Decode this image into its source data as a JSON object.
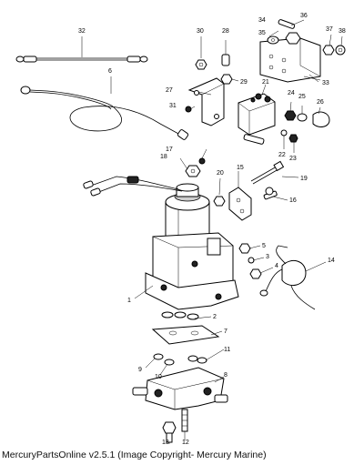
{
  "caption": "MercuryPartsOnline v2.5.1 (Image Copyright- Mercury Marine)",
  "callouts": {
    "c1": "1",
    "c2": "2",
    "c3": "3",
    "c4": "4",
    "c5": "5",
    "c6": "6",
    "c7": "7",
    "c8": "8",
    "c9": "9",
    "c10": "10",
    "c11": "11",
    "c12": "12",
    "c13": "13",
    "c14": "14",
    "c15": "15",
    "c16": "16",
    "c17": "17",
    "c18": "18",
    "c19": "19",
    "c20": "20",
    "c21": "21",
    "c22": "22",
    "c23": "23",
    "c24": "24",
    "c25": "25",
    "c26": "26",
    "c27": "27",
    "c28": "28",
    "c29": "29",
    "c30": "30",
    "c31": "31",
    "c32": "32",
    "c33": "33",
    "c34": "34",
    "c35": "35",
    "c36": "36",
    "c37": "37",
    "c38": "38"
  }
}
